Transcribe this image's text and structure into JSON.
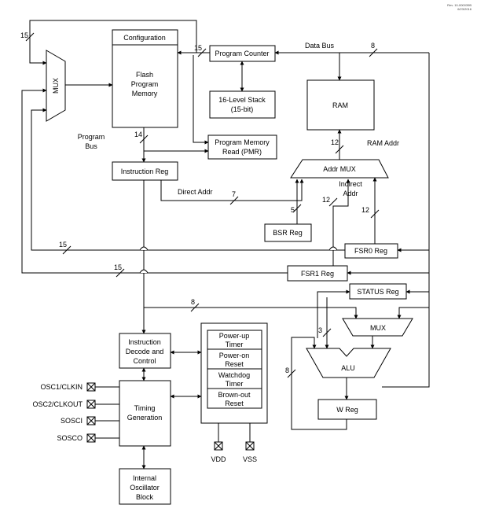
{
  "revision": [
    "Rev. 10-000039B",
    "6/23/2016"
  ],
  "blocks": {
    "configuration": "Configuration",
    "flash_memory": [
      "Flash",
      "Program",
      "Memory"
    ],
    "mux_left": "MUX",
    "program_counter": "Program Counter",
    "stack": [
      "16-Level Stack",
      "(15-bit)"
    ],
    "pmr": [
      "Program Memory",
      "Read (PMR)"
    ],
    "instruction_reg": "Instruction Reg",
    "ram": "RAM",
    "addr_mux": "Addr MUX",
    "bsr_reg": "BSR Reg",
    "fsr0_reg": "FSR0 Reg",
    "fsr1_reg": "FSR1 Reg",
    "status_reg": "STATUS Reg",
    "mux_alu": "MUX",
    "alu": "ALU",
    "w_reg": "W Reg",
    "decode": [
      "Instruction",
      "Decode and",
      "Control"
    ],
    "timing": [
      "Timing",
      "Generation"
    ],
    "oscillator": [
      "Internal",
      "Oscillator",
      "Block"
    ],
    "reset_blocks": [
      [
        "Power-up",
        "Timer"
      ],
      [
        "Power-on",
        "Reset"
      ],
      [
        "Watchdog",
        "Timer"
      ],
      [
        "Brown-out",
        "Reset"
      ]
    ]
  },
  "labels": {
    "data_bus": "Data Bus",
    "program_bus": [
      "Program",
      "Bus"
    ],
    "ram_addr": "RAM Addr",
    "direct_addr": "Direct Addr",
    "indirect_addr": [
      "Indirect",
      "Addr"
    ]
  },
  "bus_widths": {
    "pc_to_flash": "15",
    "mux_in": "15",
    "data_bus": "8",
    "flash_out": "14",
    "ram_addr": "12",
    "direct": "7",
    "bsr": "5",
    "indirect": "12",
    "fsr0_in": "12",
    "fsr0_bus": "15",
    "fsr1_bus": "15",
    "bus8": "8",
    "status": "3",
    "w_loop": "8"
  },
  "pins": [
    "OSC1/CLKIN",
    "OSC2/CLKOUT",
    "SOSCI",
    "SOSCO"
  ],
  "power": {
    "vdd": "VDD",
    "vss": "VSS"
  }
}
